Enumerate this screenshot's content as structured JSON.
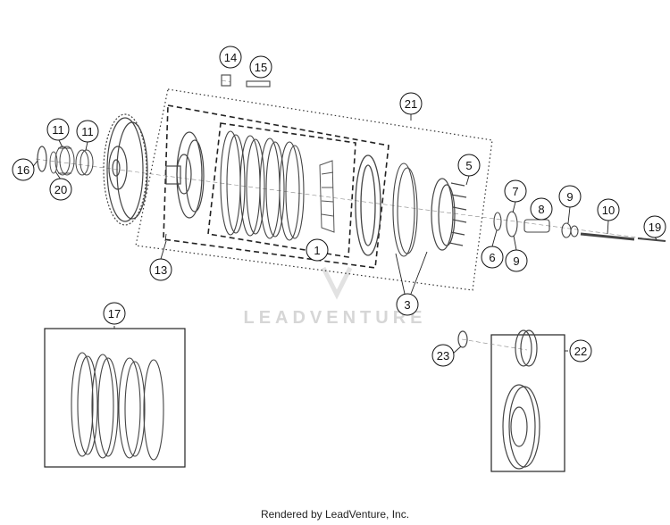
{
  "watermark": {
    "text": "LEADVENTURE"
  },
  "footer": {
    "text": "Rendered by LeadVenture, Inc."
  },
  "callouts": [
    {
      "id": "c14",
      "label": "14"
    },
    {
      "id": "c15",
      "label": "15"
    },
    {
      "id": "c21",
      "label": "21"
    },
    {
      "id": "c11a",
      "label": "11"
    },
    {
      "id": "c11b",
      "label": "11"
    },
    {
      "id": "c16",
      "label": "16"
    },
    {
      "id": "c20",
      "label": "20"
    },
    {
      "id": "c5",
      "label": "5"
    },
    {
      "id": "c7",
      "label": "7"
    },
    {
      "id": "c8",
      "label": "8"
    },
    {
      "id": "c9a",
      "label": "9"
    },
    {
      "id": "c10",
      "label": "10"
    },
    {
      "id": "c1",
      "label": "1"
    },
    {
      "id": "c6",
      "label": "6"
    },
    {
      "id": "c9b",
      "label": "9"
    },
    {
      "id": "c19",
      "label": "19"
    },
    {
      "id": "c13",
      "label": "13"
    },
    {
      "id": "c3",
      "label": "3"
    },
    {
      "id": "c17",
      "label": "17"
    },
    {
      "id": "c23",
      "label": "23"
    },
    {
      "id": "c22",
      "label": "22"
    }
  ]
}
